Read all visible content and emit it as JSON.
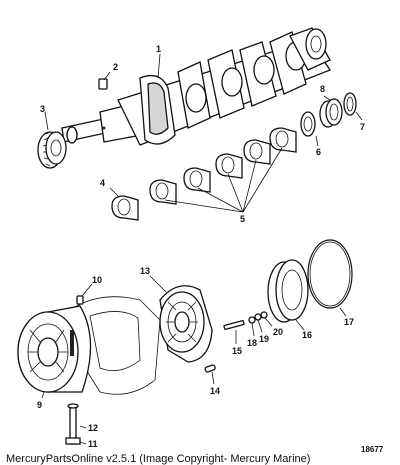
{
  "callouts": [
    {
      "id": "1",
      "label": "1"
    },
    {
      "id": "2",
      "label": "2"
    },
    {
      "id": "3",
      "label": "3"
    },
    {
      "id": "4",
      "label": "4"
    },
    {
      "id": "5",
      "label": "5"
    },
    {
      "id": "6",
      "label": "6"
    },
    {
      "id": "7",
      "label": "7"
    },
    {
      "id": "8",
      "label": "8"
    },
    {
      "id": "9",
      "label": "9"
    },
    {
      "id": "10",
      "label": "10"
    },
    {
      "id": "11",
      "label": "11"
    },
    {
      "id": "12",
      "label": "12"
    },
    {
      "id": "13",
      "label": "13"
    },
    {
      "id": "14",
      "label": "14"
    },
    {
      "id": "15",
      "label": "15"
    },
    {
      "id": "16",
      "label": "16"
    },
    {
      "id": "17",
      "label": "17"
    },
    {
      "id": "18",
      "label": "18"
    },
    {
      "id": "19",
      "label": "19"
    },
    {
      "id": "20",
      "label": "20"
    }
  ],
  "figure_number": "18677",
  "footer_text": "MercuryPartsOnline v2.5.1 (Image Copyright- Mercury Marine)"
}
